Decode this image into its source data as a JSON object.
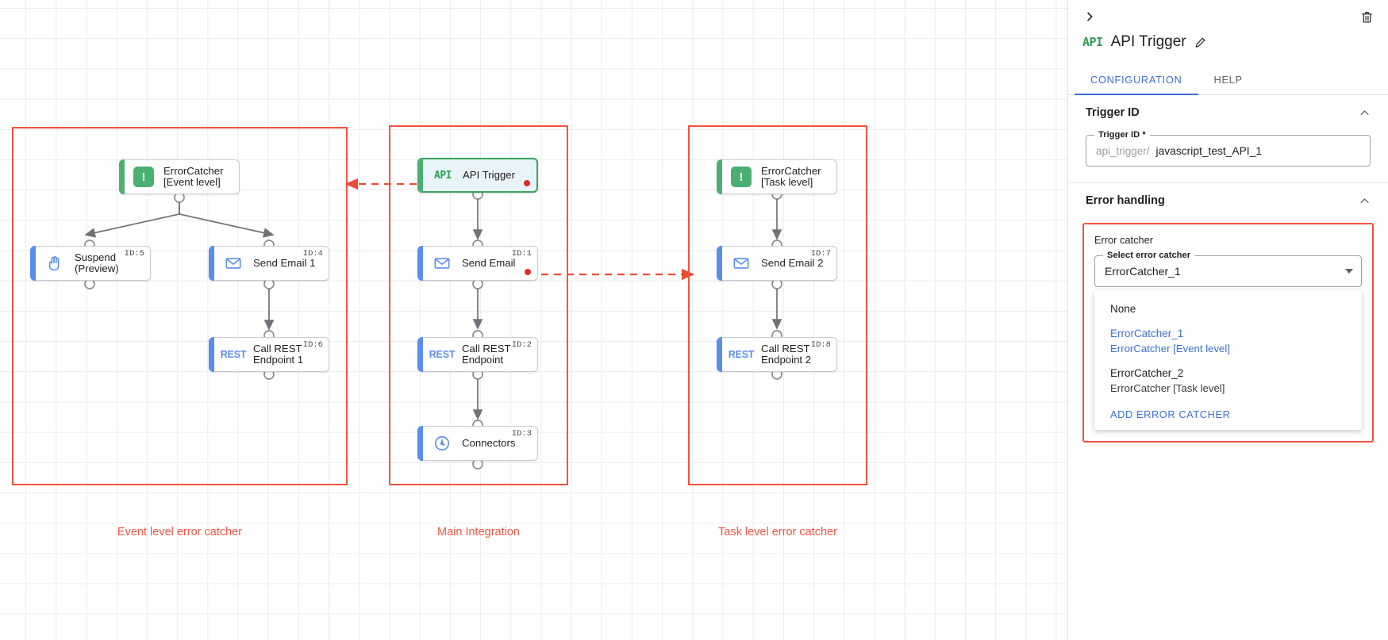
{
  "canvas": {
    "groups": [
      {
        "caption": "Event level error catcher"
      },
      {
        "caption": "Main Integration"
      },
      {
        "caption": "Task level error catcher"
      }
    ],
    "nodes": {
      "errorcatcher_event": {
        "label": "ErrorCatcher\n[Event level]",
        "id": "",
        "icon": "error-catcher-icon"
      },
      "suspend": {
        "label": "Suspend\n(Preview)",
        "id": "ID:5",
        "icon": "hand-icon"
      },
      "send_email_1": {
        "label": "Send Email 1",
        "id": "ID:4",
        "icon": "envelope-icon"
      },
      "call_rest_1": {
        "label": "Call REST\nEndpoint 1",
        "id": "ID:6",
        "icon": "rest-icon"
      },
      "api_trigger": {
        "label": "API Trigger",
        "id": "",
        "icon": "api-icon"
      },
      "send_email": {
        "label": "Send Email",
        "id": "ID:1",
        "icon": "envelope-icon"
      },
      "call_rest": {
        "label": "Call REST\nEndpoint",
        "id": "ID:2",
        "icon": "rest-icon"
      },
      "connectors": {
        "label": "Connectors",
        "id": "ID:3",
        "icon": "connectors-icon"
      },
      "errorcatcher_task": {
        "label": "ErrorCatcher\n[Task level]",
        "id": "",
        "icon": "error-catcher-icon"
      },
      "send_email_2": {
        "label": "Send Email 2",
        "id": "ID:7",
        "icon": "envelope-icon"
      },
      "call_rest_2": {
        "label": "Call REST\nEndpoint 2",
        "id": "ID:8",
        "icon": "rest-icon"
      }
    },
    "badges": {
      "api": "API",
      "rest": "REST",
      "error": "!"
    }
  },
  "panel": {
    "title": "API Trigger",
    "icon_badge": "API",
    "tabs": [
      {
        "label": "CONFIGURATION",
        "active": true
      },
      {
        "label": "HELP",
        "active": false
      }
    ],
    "trigger_id_section": {
      "title": "Trigger ID",
      "field_legend": "Trigger ID *",
      "prefix": "api_trigger/",
      "value": "javascript_test_API_1"
    },
    "error_handling_section": {
      "title": "Error handling",
      "error_catcher_label": "Error catcher",
      "select_legend": "Select error catcher",
      "selected_value": "ErrorCatcher_1",
      "options": [
        {
          "primary": "None",
          "secondary": "",
          "selected": false
        },
        {
          "primary": "ErrorCatcher_1",
          "secondary": "ErrorCatcher [Event level]",
          "selected": true
        },
        {
          "primary": "ErrorCatcher_2",
          "secondary": "ErrorCatcher [Task level]",
          "selected": false
        }
      ],
      "add_action": "ADD ERROR CATCHER"
    }
  },
  "colors": {
    "group_red": "#f4533e",
    "accent_blue": "#5b8def",
    "accent_green": "#4caf72",
    "link_blue": "#3b6fd4",
    "error_dot": "#d93025"
  }
}
